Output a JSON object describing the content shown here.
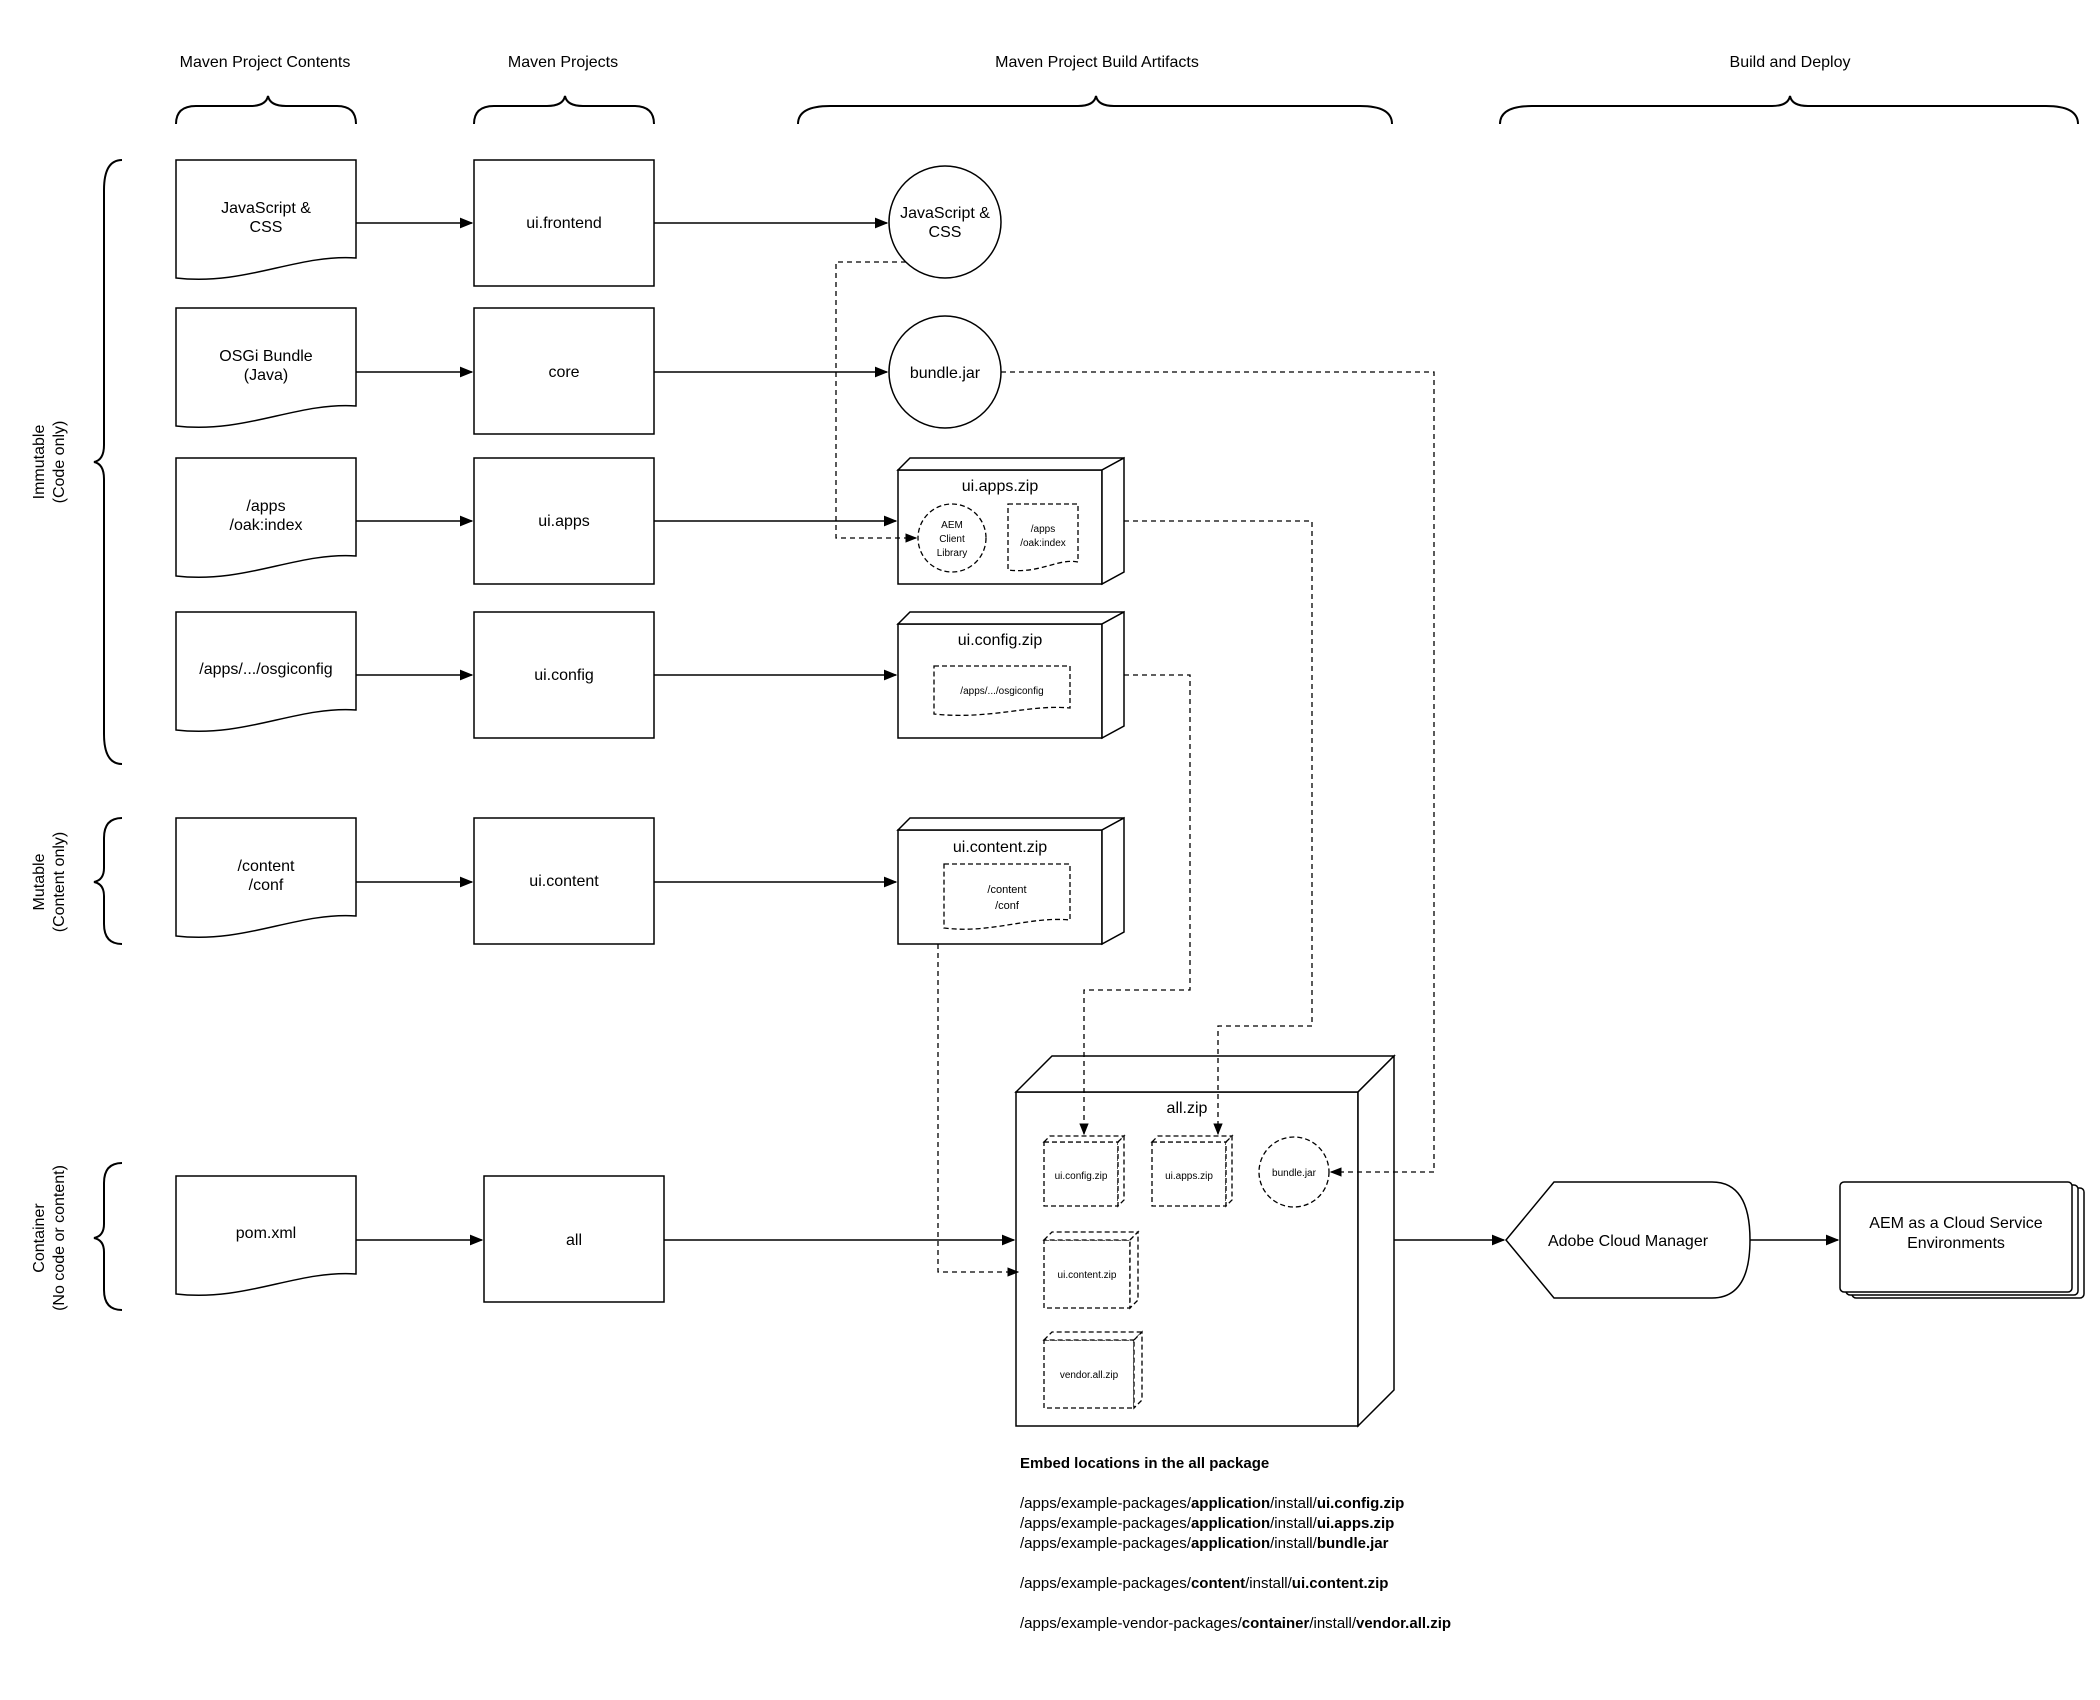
{
  "headers": {
    "contents": "Maven Project Contents",
    "projects": "Maven Projects",
    "artifacts": "Maven Project Build Artifacts",
    "deploy": "Build and Deploy"
  },
  "groups": {
    "immutable": [
      "Immutable",
      "(Code only)"
    ],
    "mutable": [
      "Mutable",
      "(Content only)"
    ],
    "container": [
      "Container",
      "(No code or content)"
    ]
  },
  "contents": {
    "js": [
      "JavaScript &",
      "CSS"
    ],
    "osgi": [
      "OSGi Bundle",
      "(Java)"
    ],
    "apps": [
      "/apps",
      "/oak:index"
    ],
    "osgiconfig": [
      "/apps/.../osgiconfig"
    ],
    "content": [
      "/content",
      "/conf"
    ],
    "pom": [
      "pom.xml"
    ]
  },
  "projects": {
    "frontend": "ui.frontend",
    "core": "core",
    "apps": "ui.apps",
    "config": "ui.config",
    "content": "ui.content",
    "all": "all"
  },
  "artifacts": {
    "js": [
      "JavaScript &",
      "CSS"
    ],
    "bundle": "bundle.jar",
    "apps_zip": "ui.apps.zip",
    "client_lib": [
      "AEM",
      "Client",
      "Library"
    ],
    "apps_doc": [
      "/apps",
      "/oak:index"
    ],
    "config_zip": "ui.config.zip",
    "config_doc": "/apps/.../osgiconfig",
    "content_zip": "ui.content.zip",
    "content_doc": [
      "/content",
      "/conf"
    ]
  },
  "all_package": {
    "title": "all.zip",
    "config": "ui.config.zip",
    "apps": "ui.apps.zip",
    "bundle": "bundle.jar",
    "content": "ui.content.zip",
    "vendor": "vendor.all.zip"
  },
  "deploy": {
    "manager": "Adobe Cloud Manager",
    "env": [
      "AEM as a Cloud Service",
      "Environments"
    ]
  },
  "embed": {
    "title": "Embed locations in the all package",
    "lines": [
      [
        [
          "/apps/example-packages/",
          false
        ],
        [
          "application",
          true
        ],
        [
          "/install/",
          false
        ],
        [
          "ui.config.zip",
          true
        ]
      ],
      [
        [
          "/apps/example-packages/",
          false
        ],
        [
          "application",
          true
        ],
        [
          "/install/",
          false
        ],
        [
          "ui.apps.zip",
          true
        ]
      ],
      [
        [
          "/apps/example-packages/",
          false
        ],
        [
          "application",
          true
        ],
        [
          "/install/",
          false
        ],
        [
          "bundle.jar",
          true
        ]
      ],
      [
        [
          "/apps/example-packages/",
          false
        ],
        [
          "content",
          true
        ],
        [
          "/install/",
          false
        ],
        [
          "ui.content.zip",
          true
        ]
      ],
      [
        [
          "/apps/example-vendor-packages/",
          false
        ],
        [
          "container",
          true
        ],
        [
          "/install/",
          false
        ],
        [
          "vendor.all.zip",
          true
        ]
      ]
    ]
  }
}
